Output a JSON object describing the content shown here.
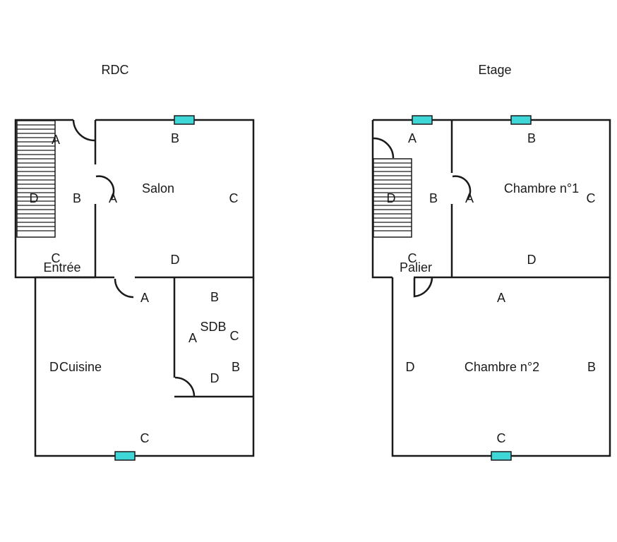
{
  "floors": {
    "rdc": {
      "title": "RDC",
      "rooms": {
        "entree": {
          "name": "Entrée",
          "labels": [
            "A",
            "B",
            "C",
            "D"
          ]
        },
        "salon": {
          "name": "Salon",
          "labels": [
            "A",
            "B",
            "C",
            "D"
          ]
        },
        "cuisine": {
          "name": "Cuisine",
          "labels": [
            "A",
            "C",
            "D"
          ]
        },
        "sdb": {
          "name": "SDB",
          "labels": [
            "A",
            "B",
            "C",
            "B",
            "D"
          ]
        }
      }
    },
    "etage": {
      "title": "Etage",
      "rooms": {
        "palier": {
          "name": "Palier",
          "labels": [
            "A",
            "B",
            "C",
            "D"
          ]
        },
        "chambre1": {
          "name": "Chambre n°1",
          "labels": [
            "A",
            "B",
            "C",
            "D"
          ]
        },
        "chambre2": {
          "name": "Chambre n°2",
          "labels": [
            "A",
            "B",
            "C",
            "D"
          ]
        }
      }
    }
  },
  "colors": {
    "window": "#3fd6d8",
    "wall": "#1a1a1a"
  }
}
